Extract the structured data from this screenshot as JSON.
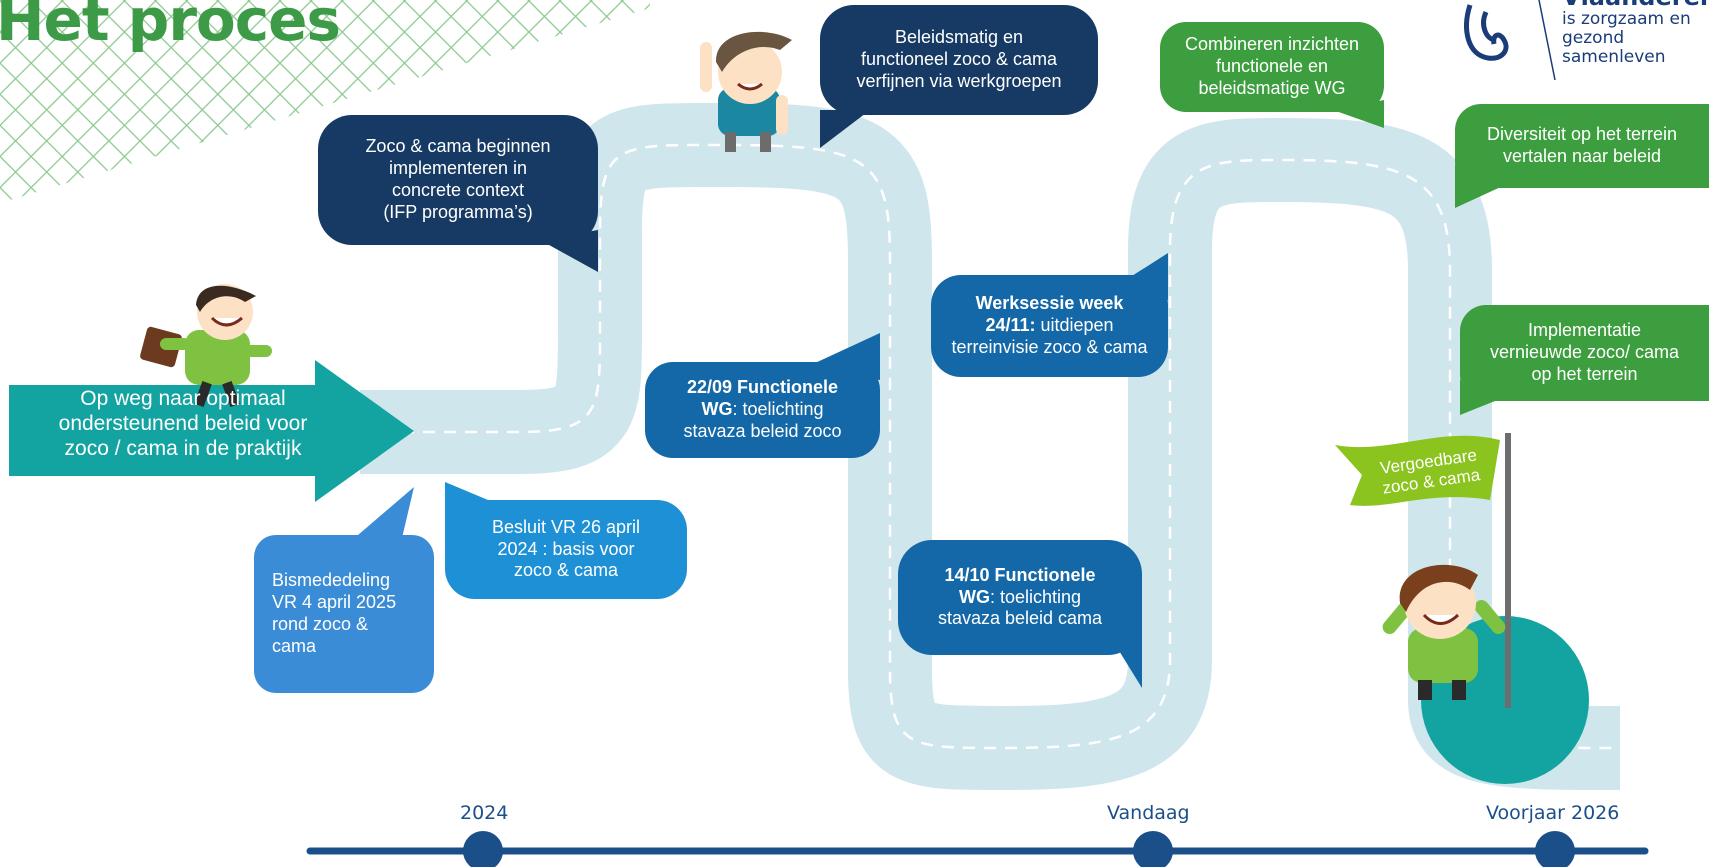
{
  "title": "Het proces",
  "logo": {
    "brand": "Vlaanderen",
    "tagline_1": "is zorgzaam en",
    "tagline_2": "gezond samenleven"
  },
  "start_arrow": {
    "line_1": "Op weg naar optimaal",
    "line_2": "ondersteunend beleid voor",
    "line_3": "zoco / cama in de praktijk"
  },
  "steps": {
    "bismededeling": {
      "line_1": "Bismededeling",
      "line_2": "VR 4 april 2025",
      "line_3": "rond zoco &",
      "line_4": "cama"
    },
    "besluit": {
      "line_1": "Besluit VR 26 april",
      "line_2": "2024 : basis voor",
      "line_3": "zoco & cama"
    },
    "implementeren": {
      "line_1": "Zoco & cama beginnen",
      "line_2": "implementeren  in",
      "line_3": "concrete context",
      "line_4": "(IFP programma’s)"
    },
    "wg_2209": {
      "bold_1": "22/09 Functionele",
      "bold_2": "WG",
      "rest_2": ": toelichting",
      "line_3": "stavaza beleid zoco"
    },
    "verfijnen": {
      "line_1": "Beleidsmatig  en",
      "line_2": "functioneel zoco & cama",
      "line_3": "verfijnen via werkgroepen"
    },
    "werksessie": {
      "bold_1": "Werksessie week",
      "bold_2": "24/11:",
      "rest_2": " uitdiepen",
      "line_3": "terreinvisie zoco & cama"
    },
    "wg_1410": {
      "bold_1": "14/10 Functionele",
      "bold_2": "WG",
      "rest_2": ": toelichting",
      "line_3": "stavaza beleid cama"
    },
    "combineren": {
      "line_1": "Combineren inzichten",
      "line_2": "functionele en",
      "line_3": "beleidsmatige  WG"
    },
    "diversiteit": {
      "line_1": "Diversiteit op het terrein",
      "line_2": "vertalen naar beleid"
    },
    "implementatie": {
      "line_1": "Implementatie",
      "line_2": "vernieuwde  zoco/ cama",
      "line_3": "op het terrein"
    }
  },
  "flag": {
    "line_1": "Vergoedbare",
    "line_2": "zoco & cama"
  },
  "timeline": {
    "label_1": "2024",
    "label_2": "Vandaag",
    "label_3": "Voorjaar 2026"
  },
  "colors": {
    "title_green": "#3d9a47",
    "road": "#cfe6ec",
    "dark_blue": "#163a63",
    "mid_blue": "#1468a8",
    "sky_blue": "#1e90d6",
    "green": "#3d9e3f",
    "teal": "#13a3a0",
    "timeline_blue": "#1b4f8a"
  }
}
